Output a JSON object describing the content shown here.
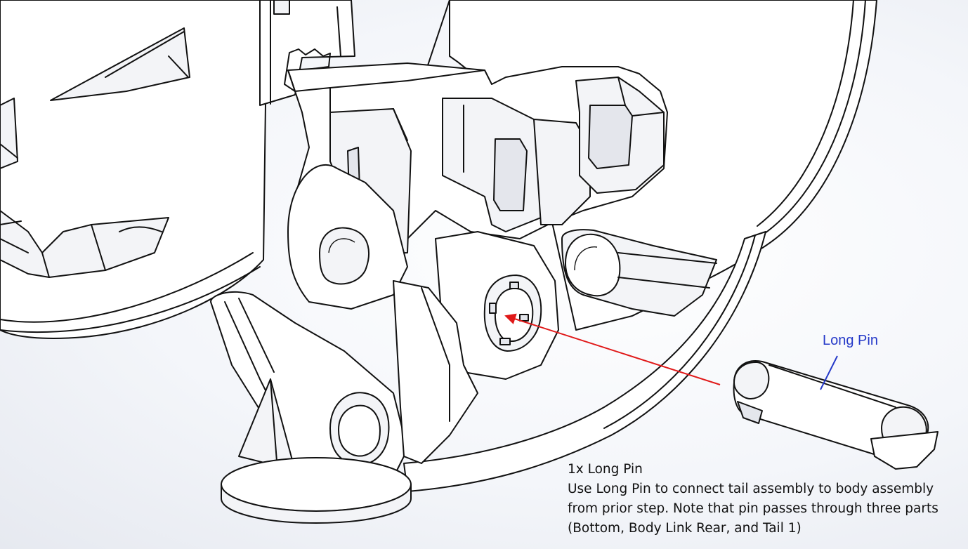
{
  "callout": {
    "label": "Long Pin",
    "color": "#2438c8"
  },
  "arrow": {
    "color": "#e01818"
  },
  "notes": {
    "line1": "1x Long Pin",
    "line2": "Use Long Pin to connect tail assembly to body assembly",
    "line3": "from prior step. Note that pin passes through three parts",
    "line4": "(Bottom, Body Link Rear, and Tail 1)"
  }
}
